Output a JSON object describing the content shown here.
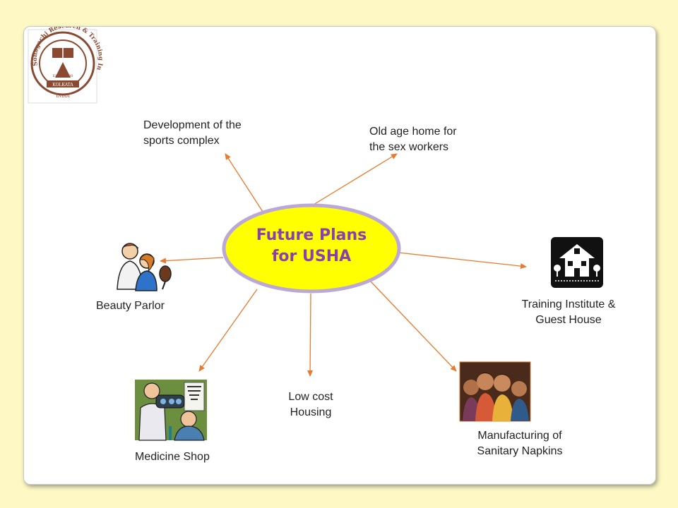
{
  "logo": {
    "arc_text": "Sonagachi Research & Training Institute",
    "estd": "ESTD 2008",
    "city": "KOLKATA",
    "country": "INDIA"
  },
  "center": {
    "line1": "Future Plans",
    "line2": "for USHA"
  },
  "branches": {
    "sports": {
      "line1": "Development of the",
      "line2": "sports complex"
    },
    "old_age": {
      "line1": "Old age home for",
      "line2": "the sex workers"
    },
    "training": {
      "line1": "Training Institute &",
      "line2": "Guest House"
    },
    "napkins": {
      "line1": "Manufacturing of",
      "line2": "Sanitary Napkins"
    },
    "housing": {
      "line1": "Low cost",
      "line2": "Housing"
    },
    "medicine": {
      "line1": "Medicine Shop"
    },
    "beauty": {
      "line1": "Beauty Parlor"
    }
  },
  "colors": {
    "background": "#fdf8c4",
    "ellipse_fill": "#ffff00",
    "ellipse_border": "#b9a8d8",
    "title_text": "#8a3fae",
    "arrow": "#e8792d",
    "logo_brown": "#8a4a32"
  },
  "icons": [
    "logo-emblem",
    "beauty-parlor-clipart",
    "house-icon",
    "medicine-shop-clipart",
    "women-photo"
  ]
}
